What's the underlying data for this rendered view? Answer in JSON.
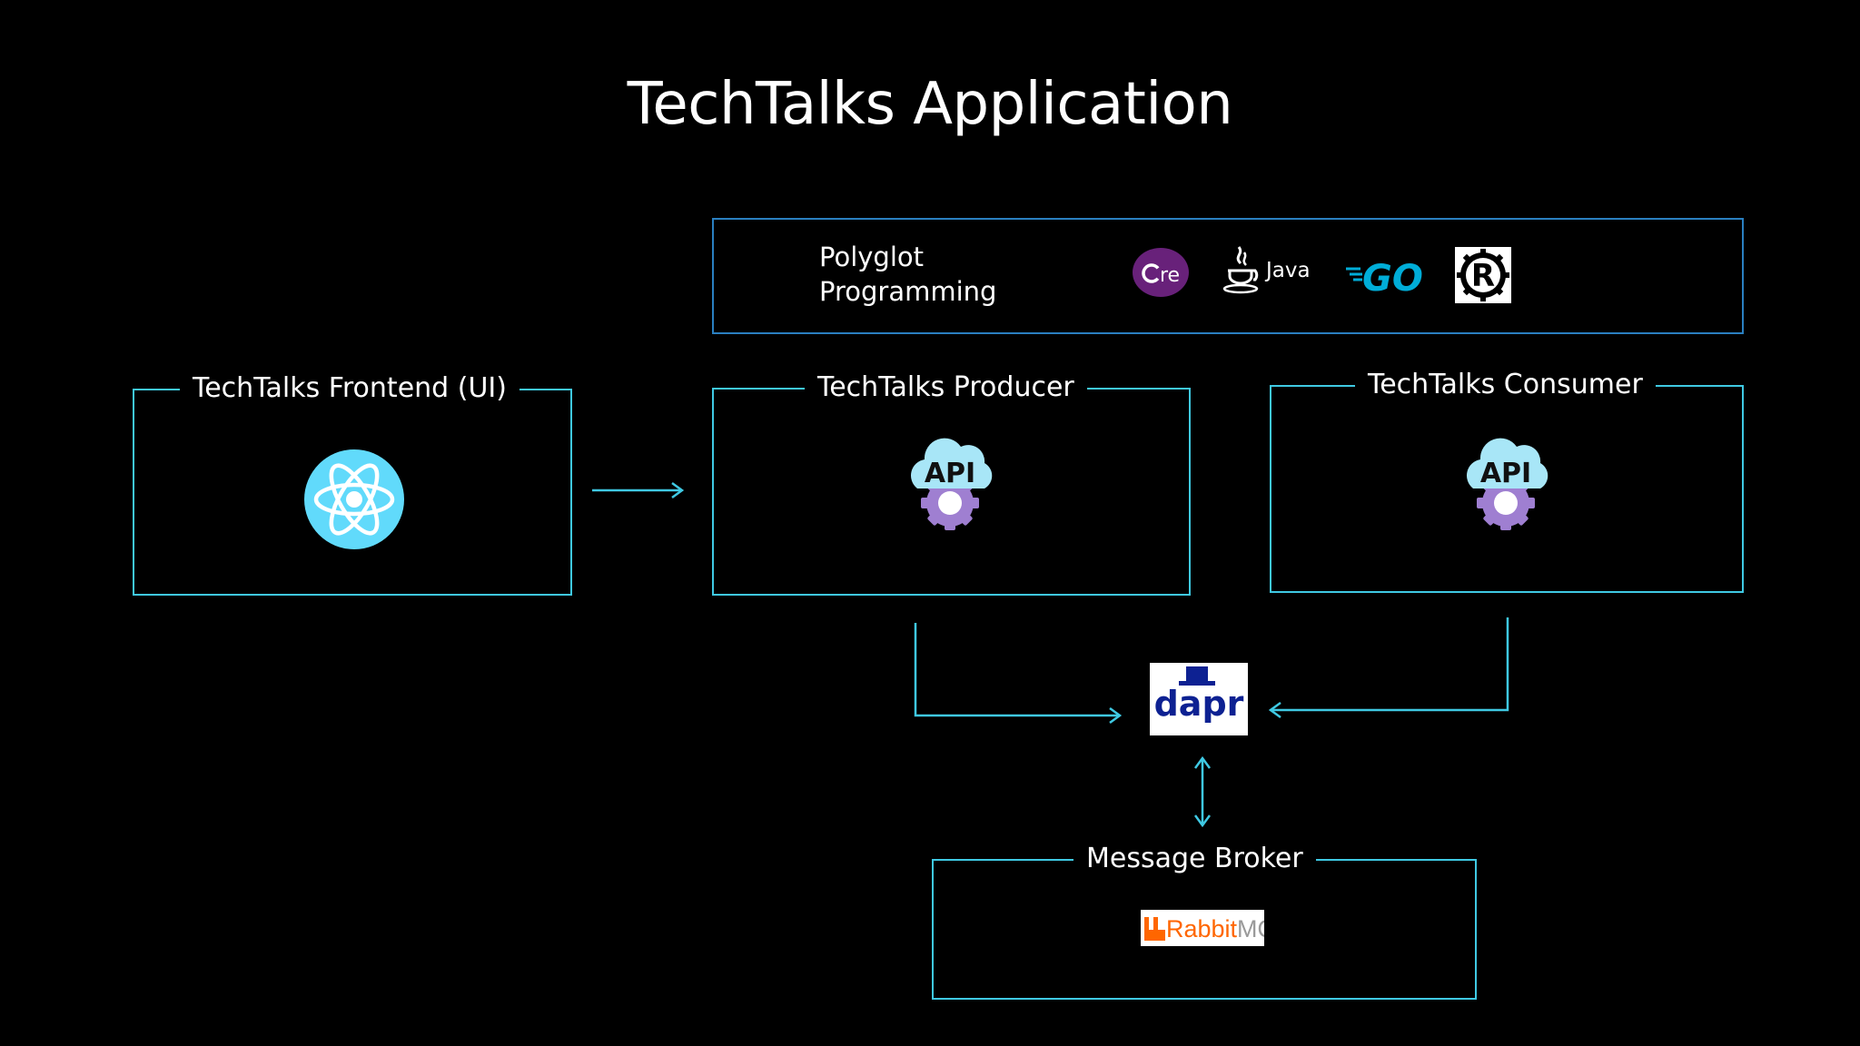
{
  "title": "TechTalks Application",
  "polyglot": {
    "label_line1": "Polyglot",
    "label_line2": "Programming",
    "languages": [
      {
        "name": "core",
        "icon": "dotnet-core-icon",
        "text": "re"
      },
      {
        "name": "java",
        "icon": "java-icon",
        "text": "Java"
      },
      {
        "name": "go",
        "icon": "go-icon",
        "text": "GO"
      },
      {
        "name": "rust",
        "icon": "rust-icon",
        "text": "R"
      }
    ]
  },
  "components": {
    "frontend": {
      "label": "TechTalks Frontend (UI)",
      "icon": "react-icon"
    },
    "producer": {
      "label": "TechTalks Producer",
      "icon": "api-icon",
      "icon_text": "API"
    },
    "consumer": {
      "label": "TechTalks Consumer",
      "icon": "api-icon",
      "icon_text": "API"
    },
    "dapr": {
      "label": "dapr",
      "icon": "dapr-icon"
    },
    "broker": {
      "label": "Message Broker",
      "logo_text_1": "Rabbit",
      "logo_text_2": "MQ"
    }
  },
  "colors": {
    "background": "#000000",
    "border": "#3fc9e3",
    "react": "#61dafb",
    "core_purple": "#68217a",
    "go_blue": "#00add8",
    "dapr_navy": "#0d2192",
    "rabbit_orange": "#ff6600"
  }
}
